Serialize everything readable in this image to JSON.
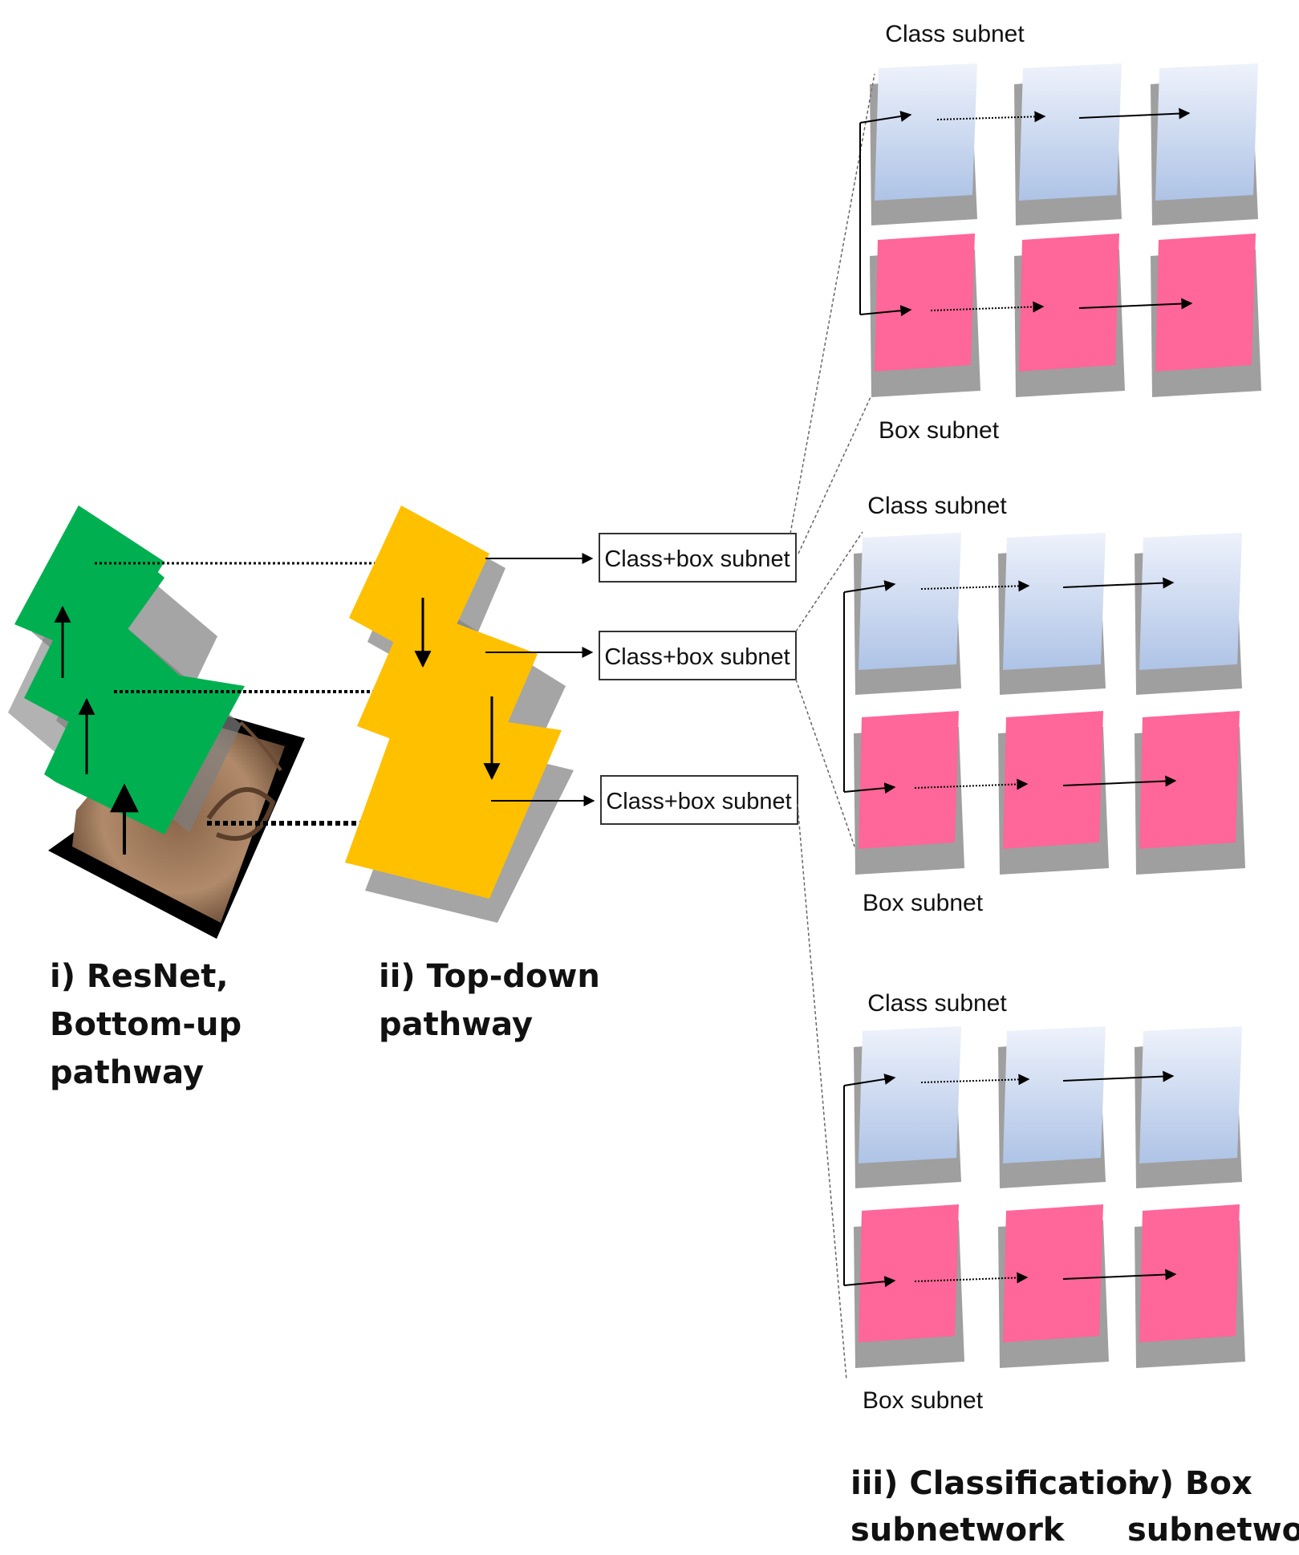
{
  "subnet_box_label": "Class+box subnet",
  "class_subnet_label": "Class subnet",
  "box_subnet_label": "Box subnet",
  "captions": {
    "resnet": [
      "i) ResNet,",
      "Bottom-up",
      "pathway"
    ],
    "topdown": [
      "ii) Top-down",
      "pathway"
    ],
    "classification": [
      "iii) Classification",
      "subnetwork"
    ],
    "box": [
      "iv) Box",
      "subnetwork"
    ]
  },
  "colors": {
    "resnet_layer": "#00b050",
    "topdown_layer": "#ffc000",
    "class_top": "#eef2fb",
    "class_bottom": "#aec3e6",
    "box_layer": "#ff6699",
    "shadow": "#7f7f7f",
    "image_bg": "#000000",
    "image_tissue": "#b08a6a"
  }
}
